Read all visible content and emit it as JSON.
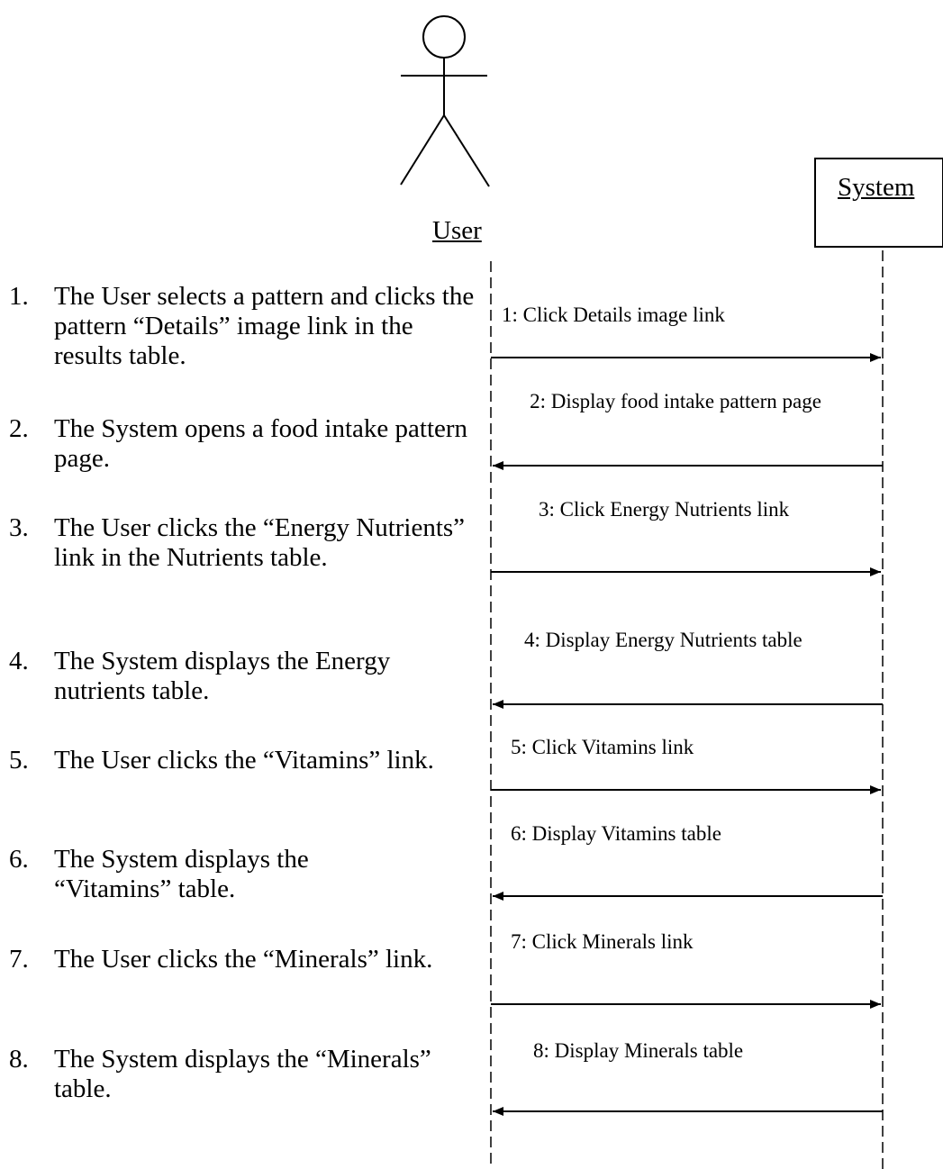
{
  "actors": {
    "user": {
      "name": "User"
    },
    "system": {
      "name": "System"
    }
  },
  "messages": [
    {
      "label": "1: Click Details image link",
      "from": "User",
      "to": "System"
    },
    {
      "label": "2: Display food intake pattern page",
      "from": "System",
      "to": "User"
    },
    {
      "label": "3: Click Energy Nutrients link",
      "from": "User",
      "to": "System"
    },
    {
      "label": "4: Display Energy Nutrients table",
      "from": "System",
      "to": "User"
    },
    {
      "label": "5: Click Vitamins link",
      "from": "User",
      "to": "System"
    },
    {
      "label": "6: Display Vitamins table",
      "from": "System",
      "to": "User"
    },
    {
      "label": "7: Click Minerals link",
      "from": "User",
      "to": "System"
    },
    {
      "label": "8: Display Minerals table",
      "from": "System",
      "to": "User"
    }
  ],
  "steps": [
    {
      "number": "1.",
      "text": "The User selects a pattern and clicks the pattern “Details” image link in the results table."
    },
    {
      "number": "2.",
      "text": "The System opens a food intake pattern page."
    },
    {
      "number": "3.",
      "text": "The User clicks the “Energy Nutrients” link in the Nutrients table."
    },
    {
      "number": "4.",
      "text": "The System displays the Energy nutrients table."
    },
    {
      "number": "5.",
      "text": "The User clicks the “Vitamins” link."
    },
    {
      "number": "6.",
      "text": "The System displays the “Vitamins” table."
    },
    {
      "number": "7.",
      "text": "The User clicks the “Minerals” link."
    },
    {
      "number": "8.",
      "text": "The System displays the “Minerals” table."
    }
  ]
}
